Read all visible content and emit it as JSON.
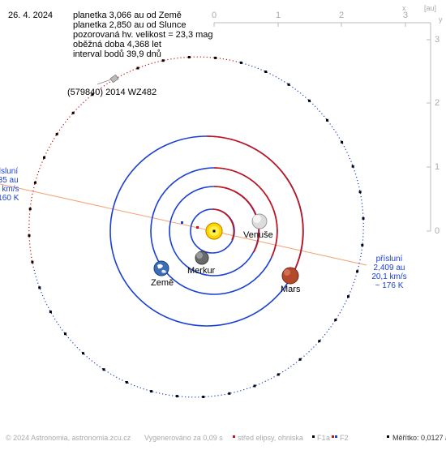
{
  "date": "26. 4. 2024",
  "info": [
    "planetka 3,066 au od Země",
    "planetka 2,850 au od Slunce",
    "pozorovaná hv. velikost = 23,3 mag",
    "oběžná doba 4,368 let",
    "interval bodů 39,9 dnů"
  ],
  "object_label": "(579840) 2014 WZ482",
  "axes": {
    "x_ticks": [
      "0",
      "1",
      "2",
      "3"
    ],
    "x_letter": "x",
    "unit": "[au]",
    "y_ticks": [
      "3",
      "2",
      "1",
      "0"
    ],
    "y_letter": "y"
  },
  "planets": {
    "venus": "Venuše",
    "mercury": "Merkur",
    "earth": "Země",
    "mars": "Mars"
  },
  "aphelion": {
    "title": "odsluní",
    "distance": "3,35 au",
    "speed": "15 km/s",
    "temp": "~ 160 K"
  },
  "perihelion": {
    "title": "přísluní",
    "distance": "2,409 au",
    "speed": "20,1 km/s",
    "temp": "~ 176 K"
  },
  "footer": {
    "copyright": "© 2024 Astronomia, astronomia.zcu.cz",
    "generated": "Vygenerováno za 0,09 s",
    "legend_center": "střed elipsy, ohniska",
    "f1": "F1",
    "a": "a",
    "f2": "F2",
    "scale": "Měřítko: 0,0127 au/bod"
  },
  "colors": {
    "orbit_blue": "#1a3fd6",
    "orbit_red": "#cc1111",
    "apsis_line": "#f4a070",
    "sun": "#ffd800"
  }
}
